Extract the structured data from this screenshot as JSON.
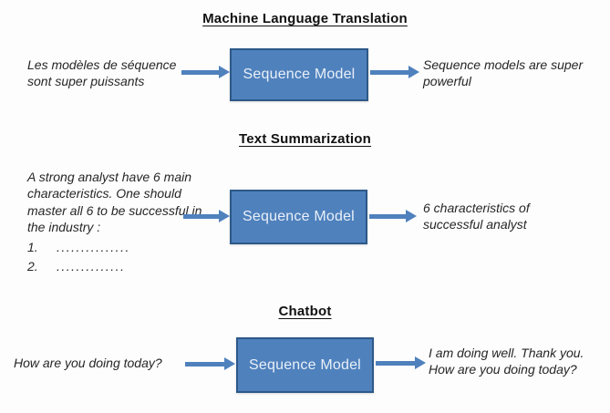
{
  "colors": {
    "background": "#fdfdfd",
    "box_fill": "#4f81bd",
    "box_border": "#2d5988",
    "box_label_color": "#e9f0f8",
    "arrow": "#4f81bd",
    "text": "#262626"
  },
  "sections": [
    {
      "title": "Machine Language Translation",
      "input": "Les modèles de séquence sont super puissants",
      "box_label": "Sequence Model",
      "output": "Sequence models are super powerful"
    },
    {
      "title": "Text Summarization",
      "input": "A strong analyst have 6 main characteristics. One should master all 6 to be successful in the industry :",
      "input_list": [
        {
          "num": "1.",
          "dots": "..............."
        },
        {
          "num": "2.",
          "dots": ".............."
        }
      ],
      "box_label": "Sequence Model",
      "output": "6 characteristics of successful analyst"
    },
    {
      "title": "Chatbot",
      "input": "How are you doing today?",
      "box_label": "Sequence Model",
      "output": "I am doing well. Thank you. How are you doing today?"
    }
  ]
}
